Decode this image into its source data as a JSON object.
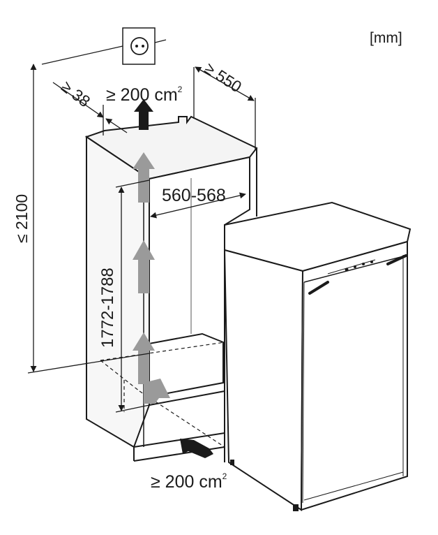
{
  "unit_label": "[mm]",
  "dimensions": {
    "total_height": "≤ 2100",
    "rear_gap": "≥ 38",
    "depth": "≥ 550",
    "niche_width": "560-568",
    "niche_height": "1772-1788",
    "vent_top": {
      "prefix": "≥ 200 cm",
      "exponent": "2"
    },
    "vent_bottom": {
      "prefix": "≥ 200 cm",
      "exponent": "2"
    }
  },
  "colors": {
    "line": "#1a1a1a",
    "airflow_arrow": "#9a9a9a",
    "niche_fill": "#f4f4f4"
  },
  "icons": [
    "power-socket-icon",
    "airflow-arrow-icon",
    "handle-icon"
  ]
}
